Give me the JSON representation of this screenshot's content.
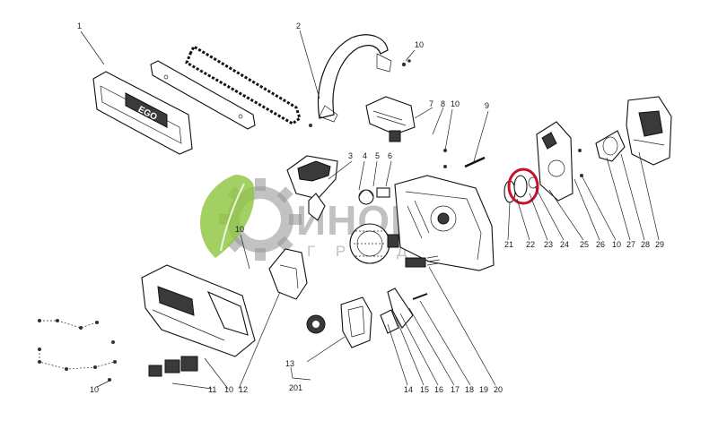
{
  "watermark": {
    "brand": "ИНОЕРА",
    "sub": "Г Р А Д Е Н",
    "leaf_color": "#8dc63f",
    "gear_color": "#9a9a9a"
  },
  "bar_logo": "EGO",
  "highlight": {
    "part": "23",
    "color": "#c8102e"
  },
  "callouts": {
    "c1": "1",
    "c2": "2",
    "c3": "3",
    "c4": "4",
    "c5": "5",
    "c6": "6",
    "c7": "7",
    "c8": "8",
    "c9": "9",
    "c10a": "10",
    "c10b": "10",
    "c10c": "10",
    "c10d": "10",
    "c10e": "10",
    "c10f": "10",
    "c11": "11",
    "c12": "12",
    "c13": "13",
    "c14": "14",
    "c15": "15",
    "c16": "16",
    "c17": "17",
    "c18": "18",
    "c19": "19",
    "c20": "20",
    "c21": "21",
    "c22": "22",
    "c23": "23",
    "c24": "24",
    "c25": "25",
    "c26": "26",
    "c27": "27",
    "c28": "28",
    "c29": "29",
    "c201": "201"
  }
}
